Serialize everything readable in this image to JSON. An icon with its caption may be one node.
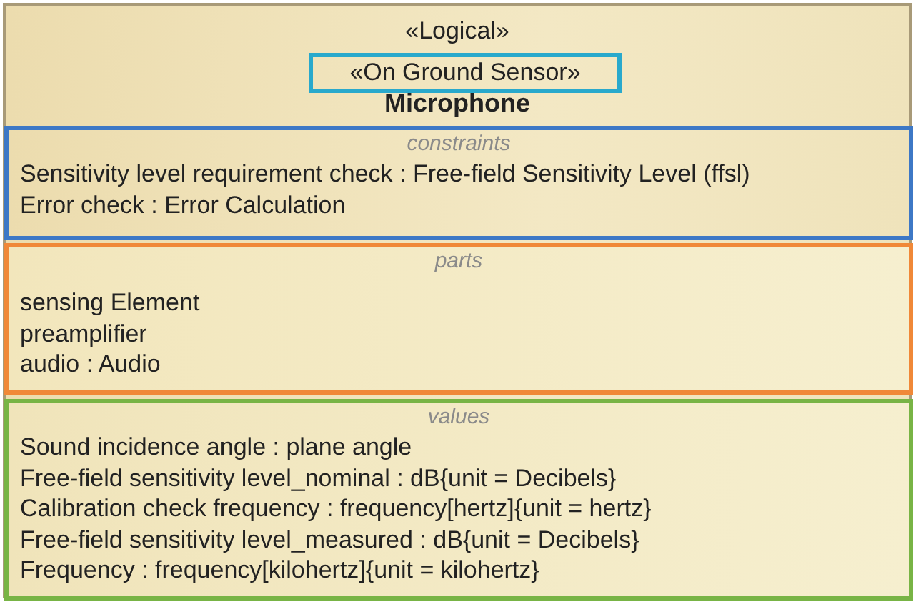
{
  "diagram": {
    "nodes": [
      {
        "text": [
          "«Logical»",
          "Microphone"
        ]
      },
      {
        "text": [
          "«On Ground Sensor»"
        ],
        "in": 0
      },
      {
        "text": [
          "constraints",
          "Sensitivity level requirement check : Free-field Sensitivity Level (ffsl)",
          "Error check : Error Calculation"
        ],
        "in": 0
      },
      {
        "text": [
          "parts",
          "sensing Element",
          "preamplifier",
          "audio : Audio"
        ],
        "in": 0
      },
      {
        "text": [
          "values",
          "Sound incidence angle : plane angle",
          "Free-field sensitivity level_nominal : dB{unit = Decibels}",
          "Calibration check frequency : frequency[hertz]{unit = hertz}",
          "Free-field sensitivity level_measured : dB{unit = Decibels}",
          "Frequency : frequency[kilohertz]{unit = kilohertz}"
        ],
        "in": 0
      }
    ],
    "edges": []
  }
}
